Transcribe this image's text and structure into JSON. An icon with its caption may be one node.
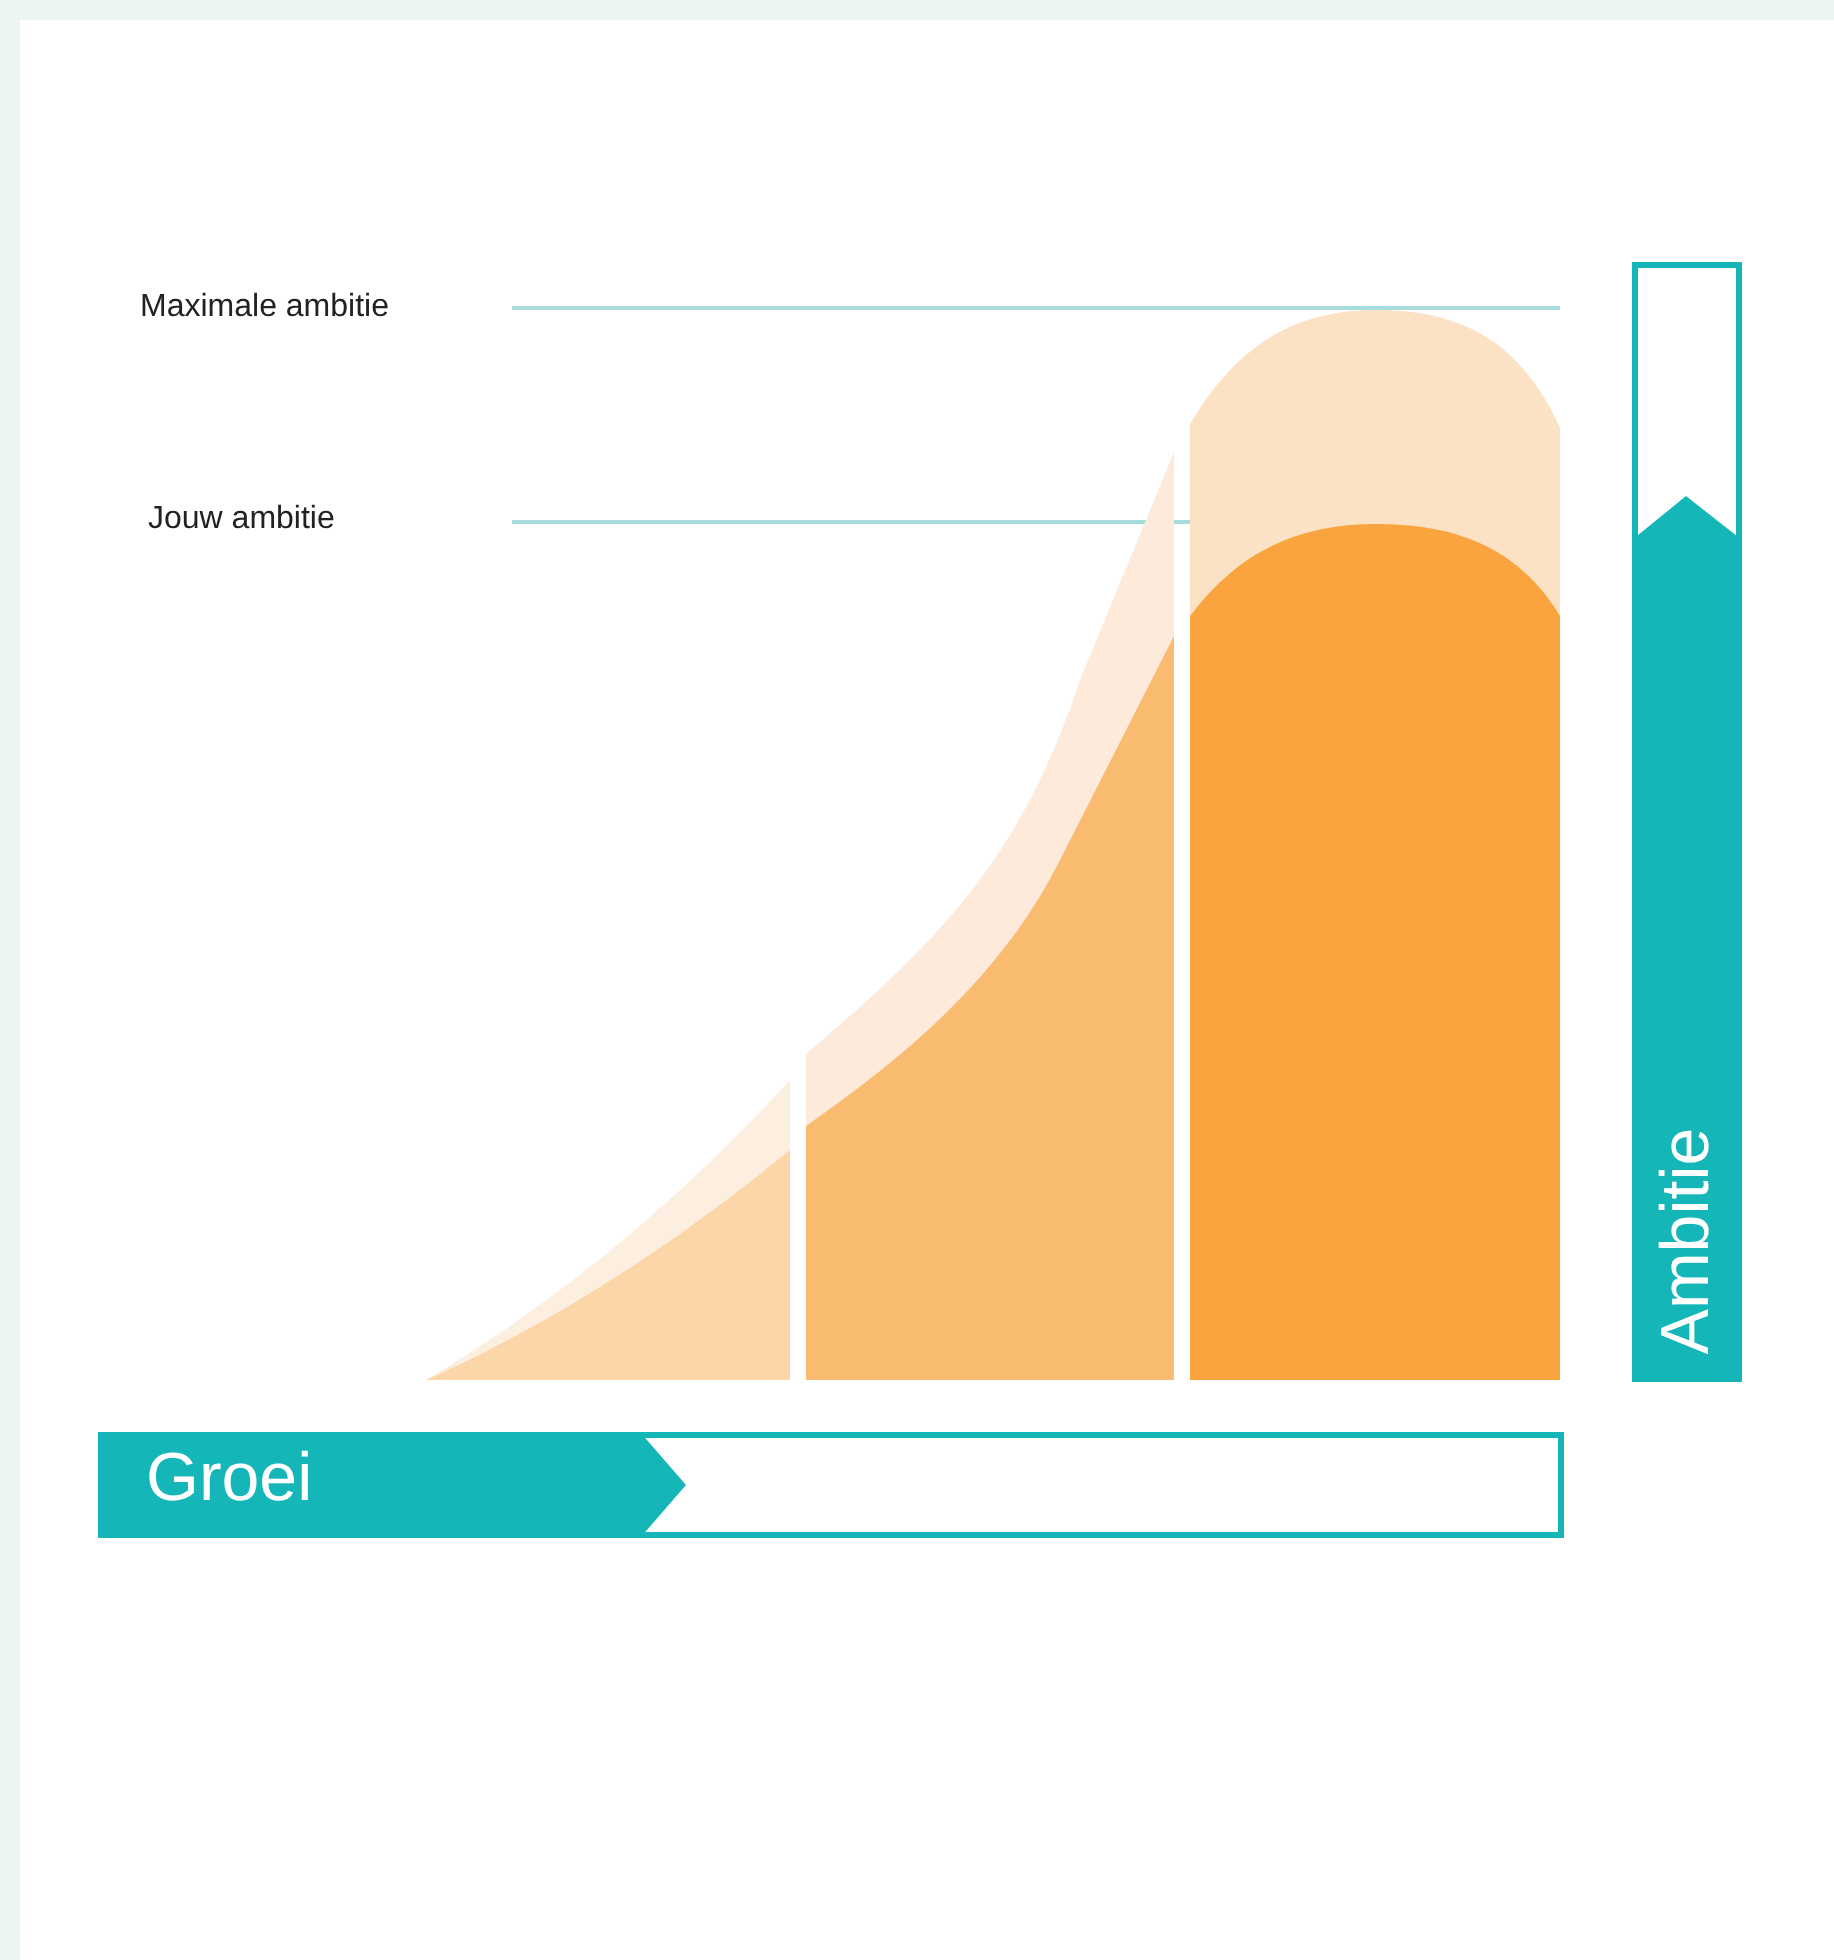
{
  "diagram": {
    "nodes": [
      {
        "text": [
          "Groei"
        ]
      },
      {
        "text": [
          "Ambitie"
        ]
      }
    ],
    "edges": [],
    "labels": [
      "Maximale ambitie",
      "Jouw ambitie"
    ]
  }
}
